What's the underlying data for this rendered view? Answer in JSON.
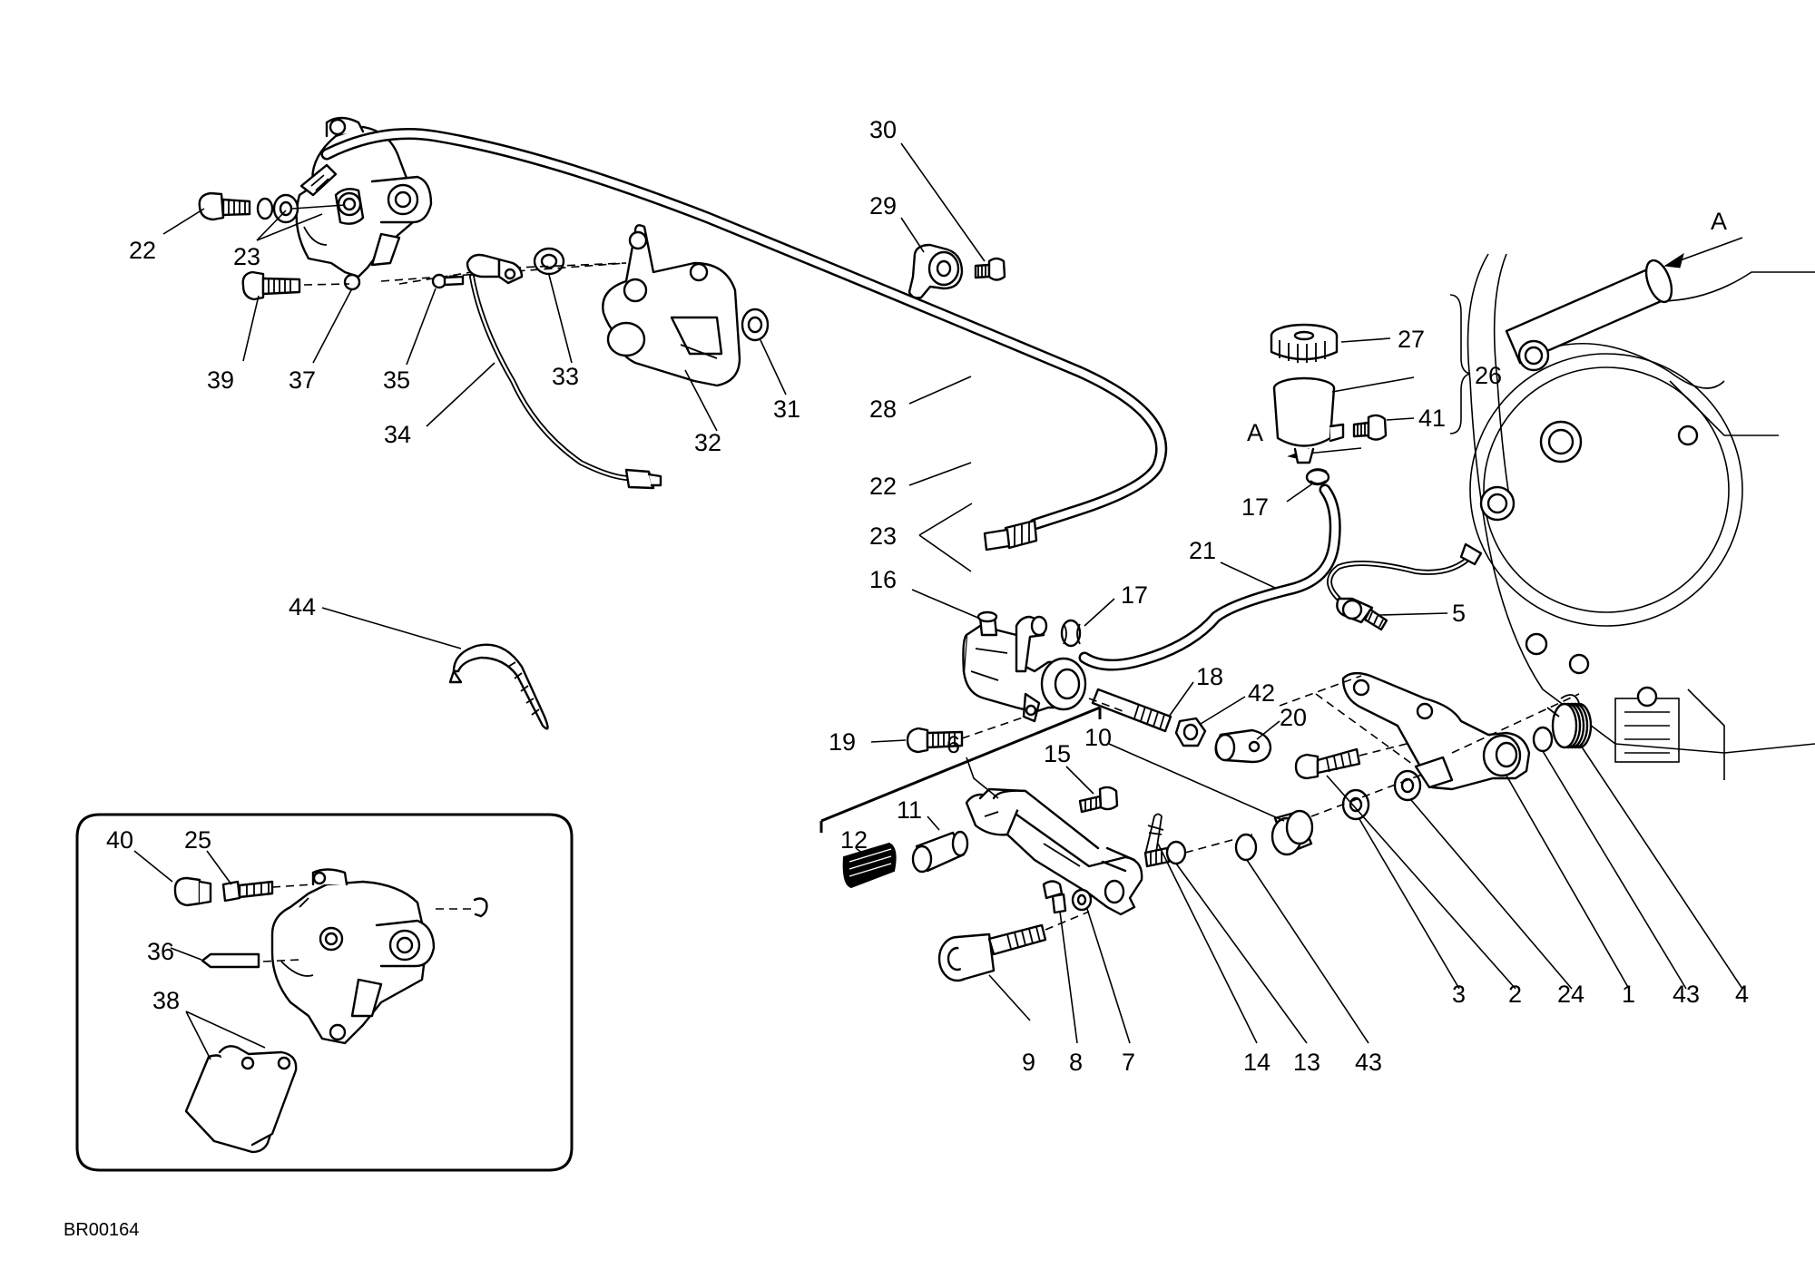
{
  "drawing_code": "BR00164",
  "view_marker": "A",
  "callouts": [
    {
      "id": "30",
      "text": "30"
    },
    {
      "id": "29",
      "text": "29"
    },
    {
      "id": "28",
      "text": "28"
    },
    {
      "id": "27",
      "text": "27"
    },
    {
      "id": "26",
      "text": "26"
    },
    {
      "id": "41",
      "text": "41"
    },
    {
      "id": "22a",
      "text": "22"
    },
    {
      "id": "23a",
      "text": "23"
    },
    {
      "id": "39",
      "text": "39"
    },
    {
      "id": "37",
      "text": "37"
    },
    {
      "id": "35",
      "text": "35"
    },
    {
      "id": "34",
      "text": "34"
    },
    {
      "id": "33",
      "text": "33"
    },
    {
      "id": "32",
      "text": "32"
    },
    {
      "id": "31",
      "text": "31"
    },
    {
      "id": "22b",
      "text": "22"
    },
    {
      "id": "23b",
      "text": "23"
    },
    {
      "id": "17a",
      "text": "17"
    },
    {
      "id": "21",
      "text": "21"
    },
    {
      "id": "16",
      "text": "16"
    },
    {
      "id": "17b",
      "text": "17"
    },
    {
      "id": "5",
      "text": "5"
    },
    {
      "id": "44",
      "text": "44"
    },
    {
      "id": "18",
      "text": "18"
    },
    {
      "id": "42",
      "text": "42"
    },
    {
      "id": "20",
      "text": "20"
    },
    {
      "id": "19",
      "text": "19"
    },
    {
      "id": "6",
      "text": "6"
    },
    {
      "id": "15",
      "text": "15"
    },
    {
      "id": "10",
      "text": "10"
    },
    {
      "id": "11",
      "text": "11"
    },
    {
      "id": "12",
      "text": "12"
    },
    {
      "id": "40",
      "text": "40"
    },
    {
      "id": "25",
      "text": "25"
    },
    {
      "id": "36",
      "text": "36"
    },
    {
      "id": "38",
      "text": "38"
    },
    {
      "id": "9",
      "text": "9"
    },
    {
      "id": "8",
      "text": "8"
    },
    {
      "id": "7",
      "text": "7"
    },
    {
      "id": "14",
      "text": "14"
    },
    {
      "id": "13",
      "text": "13"
    },
    {
      "id": "43a",
      "text": "43"
    },
    {
      "id": "3",
      "text": "3"
    },
    {
      "id": "2",
      "text": "2"
    },
    {
      "id": "24",
      "text": "24"
    },
    {
      "id": "1",
      "text": "1"
    },
    {
      "id": "43b",
      "text": "43"
    },
    {
      "id": "4",
      "text": "4"
    }
  ]
}
